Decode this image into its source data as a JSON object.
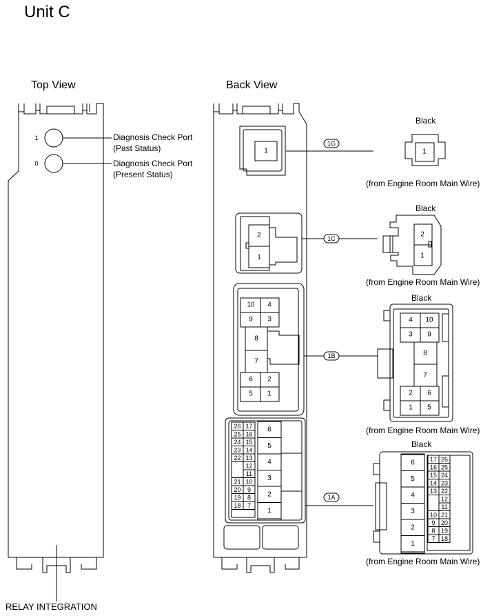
{
  "title": "Unit C",
  "top_view": {
    "heading": "Top View",
    "ports": [
      {
        "indicator": "1",
        "label_1": "Diagnosis Check Port",
        "label_2": "(Past Status)"
      },
      {
        "indicator": "0",
        "label_1": "Diagnosis Check Port",
        "label_2": "(Present Status)"
      }
    ],
    "component_label": "RELAY INTEGRATION"
  },
  "back_view": {
    "heading": "Back View"
  },
  "connectors": [
    {
      "id": "1G",
      "color": "Black",
      "wire": "(from Engine Room Main Wire)",
      "back_pins": [
        "1"
      ],
      "front_pins": [
        "1"
      ]
    },
    {
      "id": "1C",
      "color": "Black",
      "wire": "(from Engine Room Main Wire)",
      "back_pins": [
        "2",
        "1"
      ],
      "front_pins": [
        "2",
        "1"
      ]
    },
    {
      "id": "1B",
      "color": "Black",
      "wire": "(from Engine Room Main Wire)",
      "back_pins": [
        "10",
        "4",
        "9",
        "3",
        "8",
        "7",
        "6",
        "2",
        "5",
        "1"
      ],
      "front_pins": [
        "4",
        "10",
        "3",
        "9",
        "8",
        "7",
        "2",
        "6",
        "1",
        "5"
      ]
    },
    {
      "id": "1A",
      "color": "Black",
      "wire": "(from Engine Room Main Wire)",
      "back_small_pins": [
        "26",
        "17",
        "25",
        "16",
        "24",
        "15",
        "23",
        "14",
        "22",
        "13",
        "12",
        "11",
        "21",
        "10",
        "20",
        "9",
        "19",
        "8",
        "18",
        "7"
      ],
      "back_large_pins": [
        "6",
        "5",
        "4",
        "3",
        "2",
        "1"
      ],
      "front_small_pins": [
        "17",
        "26",
        "16",
        "25",
        "15",
        "24",
        "14",
        "23",
        "13",
        "22",
        "12",
        "11",
        "10",
        "21",
        "9",
        "20",
        "8",
        "19",
        "7",
        "18"
      ],
      "front_large_pins": [
        "6",
        "5",
        "4",
        "3",
        "2",
        "1"
      ]
    }
  ]
}
